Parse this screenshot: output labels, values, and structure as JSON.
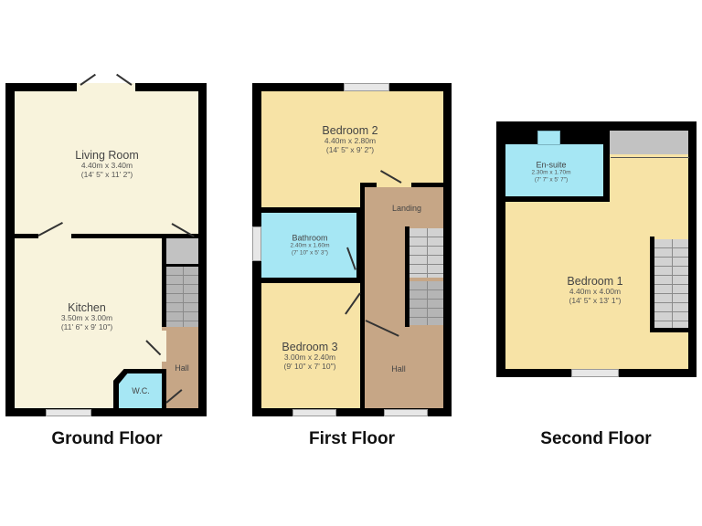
{
  "floors": [
    {
      "title": "Ground Floor",
      "rooms": [
        {
          "name": "Living Room",
          "metric": "4.40m x 3.40m",
          "imperial": "(14' 5\" x 11' 2\")"
        },
        {
          "name": "Kitchen",
          "metric": "3.50m x 3.00m",
          "imperial": "(11' 6\" x 9' 10\")"
        },
        {
          "name": "W.C."
        },
        {
          "name": "Hall"
        }
      ]
    },
    {
      "title": "First Floor",
      "rooms": [
        {
          "name": "Bedroom 2",
          "metric": "4.40m x 2.80m",
          "imperial": "(14' 5\" x 9' 2\")"
        },
        {
          "name": "Landing"
        },
        {
          "name": "Bathroom",
          "metric": "2.40m x 1.60m",
          "imperial": "(7' 10\" x 5' 3\")"
        },
        {
          "name": "Bedroom 3",
          "metric": "3.00m x 2.40m",
          "imperial": "(9' 10\" x 7' 10\")"
        },
        {
          "name": "Hall"
        }
      ]
    },
    {
      "title": "Second Floor",
      "rooms": [
        {
          "name": "En-suite",
          "metric": "2.30m x 1.70m",
          "imperial": "(7' 7\" x 5' 7\")"
        },
        {
          "name": "Bedroom 1",
          "metric": "4.40m x 4.00m",
          "imperial": "(14' 5\" x 13' 1\")"
        }
      ]
    }
  ],
  "colors": {
    "wall": "#000000",
    "living_space": "#f8f3dc",
    "bedroom": "#f7e3a6",
    "wet_room": "#a6e7f4",
    "circulation": "#c6a686",
    "storage": "#c2c2c2"
  }
}
